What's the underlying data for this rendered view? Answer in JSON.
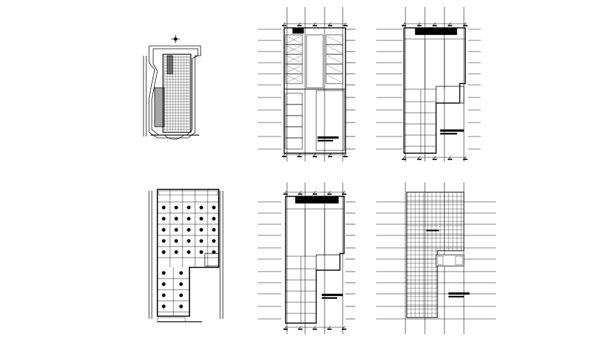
{
  "drawing": {
    "background": "#ffffff",
    "line_color": "#000000",
    "sheets": [
      {
        "id": "site-plan",
        "type": "site-plan-hatched"
      },
      {
        "id": "floor-plan-1",
        "type": "floor-plan-with-grid"
      },
      {
        "id": "floor-plan-2",
        "type": "floor-plan-with-grid"
      },
      {
        "id": "floor-plan-3",
        "type": "floor-plan-with-fixtures"
      },
      {
        "id": "floor-plan-4",
        "type": "floor-plan-with-grid"
      },
      {
        "id": "roof-plan",
        "type": "roof-grid-plan"
      }
    ]
  }
}
